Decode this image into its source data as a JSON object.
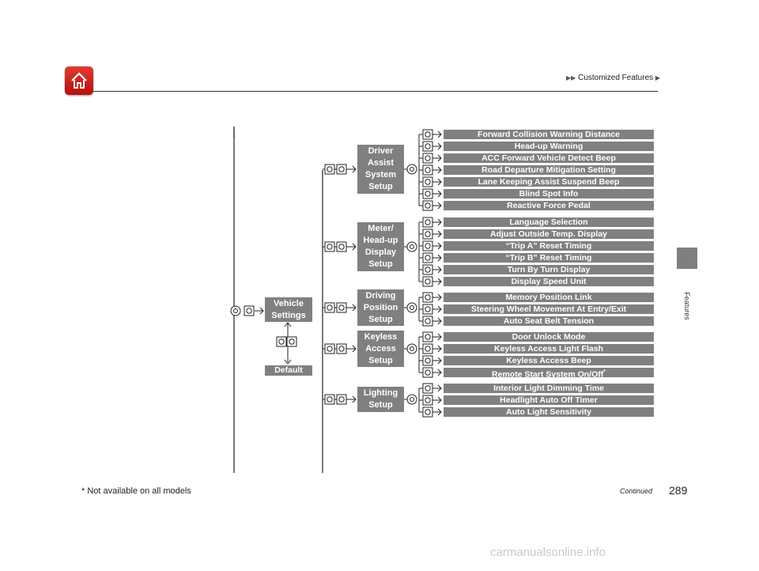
{
  "header": {
    "breadcrumb_arrows": "▶▶",
    "breadcrumb": "Customized Features",
    "breadcrumb_end": "▶",
    "home_icon": "home-icon"
  },
  "side_tab": {
    "label": "Features"
  },
  "diagram": {
    "root": {
      "label_line1": "Vehicle",
      "label_line2": "Settings"
    },
    "default_label": "Default",
    "groups": [
      {
        "label_lines": [
          "Driver",
          "Assist",
          "System",
          "Setup"
        ],
        "items": [
          "Forward Collision Warning Distance",
          "Head-up Warning",
          "ACC Forward Vehicle Detect Beep",
          "Road Departure Mitigation Setting",
          "Lane Keeping Assist Suspend Beep",
          "Blind Spot Info",
          "Reactive Force Pedal"
        ]
      },
      {
        "label_lines": [
          "Meter/",
          "Head-up",
          "Display",
          "Setup"
        ],
        "items": [
          "Language Selection",
          "Adjust Outside Temp. Display",
          "“Trip A” Reset Timing",
          "“Trip B” Reset Timing",
          "Turn By Turn Display",
          "Display Speed Unit"
        ]
      },
      {
        "label_lines": [
          "Driving",
          "Position",
          "Setup"
        ],
        "items": [
          "Memory Position Link",
          "Steering Wheel Movement At Entry/Exit",
          "Auto Seat Belt Tension"
        ]
      },
      {
        "label_lines": [
          "Keyless",
          "Access",
          "Setup"
        ],
        "items": [
          "Door Unlock Mode",
          "Keyless Access Light Flash",
          "Keyless Access Beep",
          "Remote Start System On/Off"
        ],
        "footnote_mark": "*"
      },
      {
        "label_lines": [
          "Lighting",
          "Setup"
        ],
        "items": [
          "Interior Light Dimming Time",
          "Headlight Auto Off Timer",
          "Auto Light Sensitivity"
        ]
      }
    ]
  },
  "footer": {
    "footnote": "* Not available on all models",
    "continued": "Continued",
    "page_number": "289"
  },
  "watermark": "carmanualsonline.info",
  "colors": {
    "box_gray": "#808080",
    "home_red": "#d42a22"
  }
}
